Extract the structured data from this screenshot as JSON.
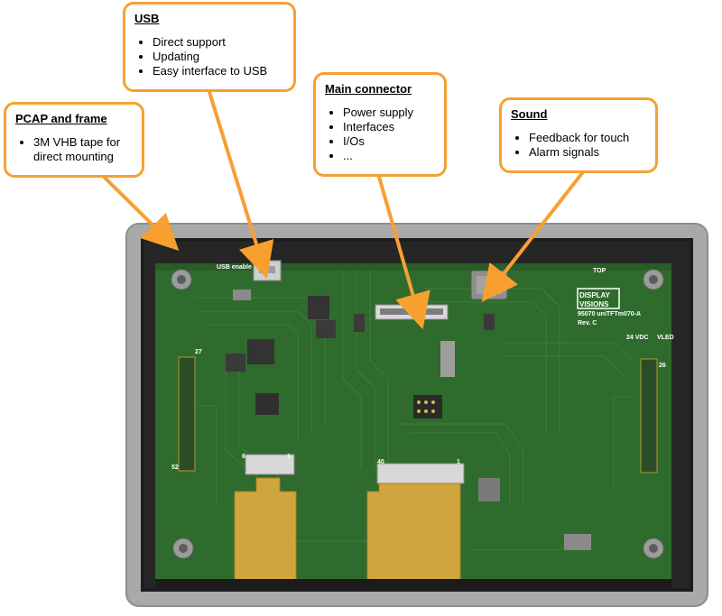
{
  "callouts": {
    "pcap": {
      "title": "PCAP and frame",
      "items": [
        "3M VHB tape for direct mounting"
      ]
    },
    "usb": {
      "title": "USB",
      "items": [
        "Direct support",
        "Updating",
        "Easy interface to USB"
      ]
    },
    "main_connector": {
      "title": "Main connector",
      "items": [
        "Power supply",
        "Interfaces",
        "I/Os",
        "..."
      ]
    },
    "sound": {
      "title": "Sound",
      "items": [
        "Feedback for touch",
        "Alarm signals"
      ]
    }
  },
  "board": {
    "logo_line1": "DISPLAY",
    "logo_line2": "VISIONS",
    "part_number": "95070 uniTFTm070-A",
    "revision": "Rev. C",
    "top_marker": "TOP",
    "usb_enable": "USB enable",
    "voltage_24vdc": "24 VDC",
    "voltage_vled": "VLED",
    "pin_27": "27",
    "pin_52": "52",
    "pin_26": "26",
    "pin_1": "1",
    "pin_6": "6",
    "pin_40": "40",
    "pin_40b": "1"
  },
  "colors": {
    "callout_border": "#f7a030",
    "arrow": "#f7a030",
    "frame": "#a8a8a8",
    "pcb": "#2f6b2c",
    "flex_cable": "#d1a53e"
  }
}
